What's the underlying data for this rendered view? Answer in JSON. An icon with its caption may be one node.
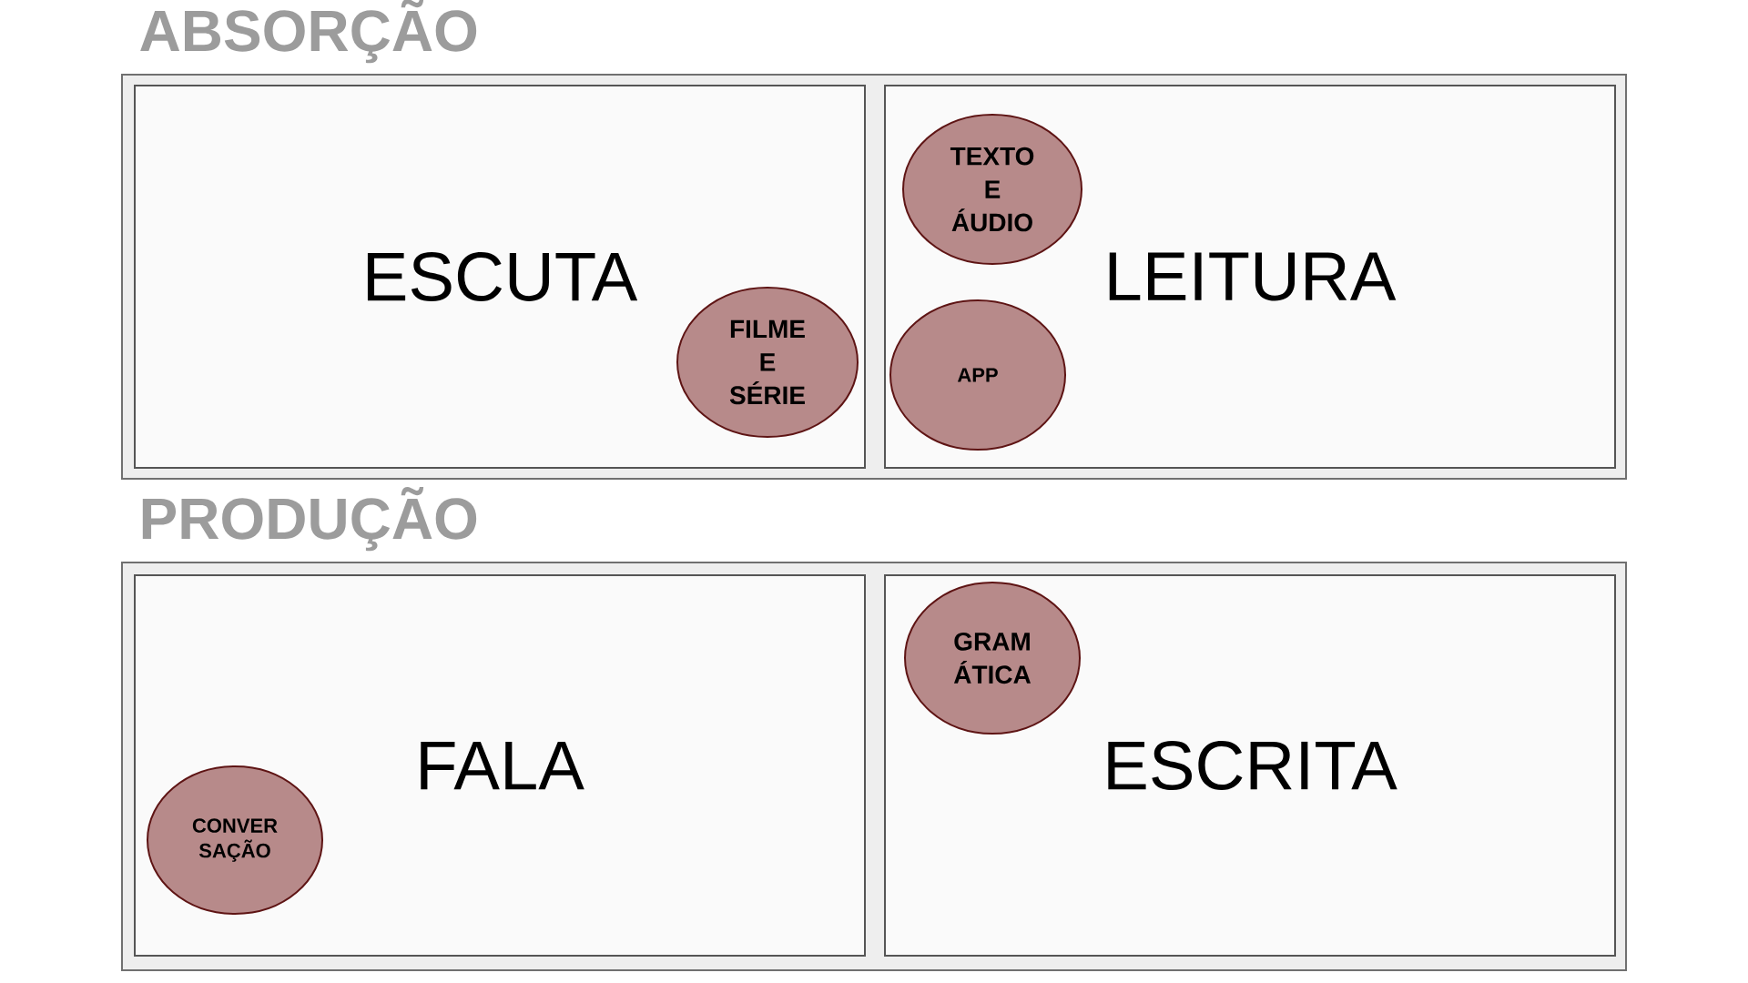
{
  "diagram": {
    "nodes": [
      {
        "text": [
          "ABSORÇÃO"
        ]
      },
      {
        "text": [
          "ESCUTA"
        ],
        "in": 0
      },
      {
        "text": [
          "FILME E SÉRIE"
        ],
        "in": 1
      },
      {
        "text": [
          "LEITURA"
        ],
        "in": 0
      },
      {
        "text": [
          "TEXTO E ÁUDIO"
        ],
        "in": 3
      },
      {
        "text": [
          "APP"
        ],
        "in": 3
      },
      {
        "text": [
          "PRODUÇÃO"
        ]
      },
      {
        "text": [
          "FALA"
        ],
        "in": 6
      },
      {
        "text": [
          "CONVER SAÇÃO"
        ],
        "in": 7
      },
      {
        "text": [
          "ESCRITA"
        ],
        "in": 6
      },
      {
        "text": [
          "GRAM ÁTICA"
        ],
        "in": 9
      }
    ]
  }
}
